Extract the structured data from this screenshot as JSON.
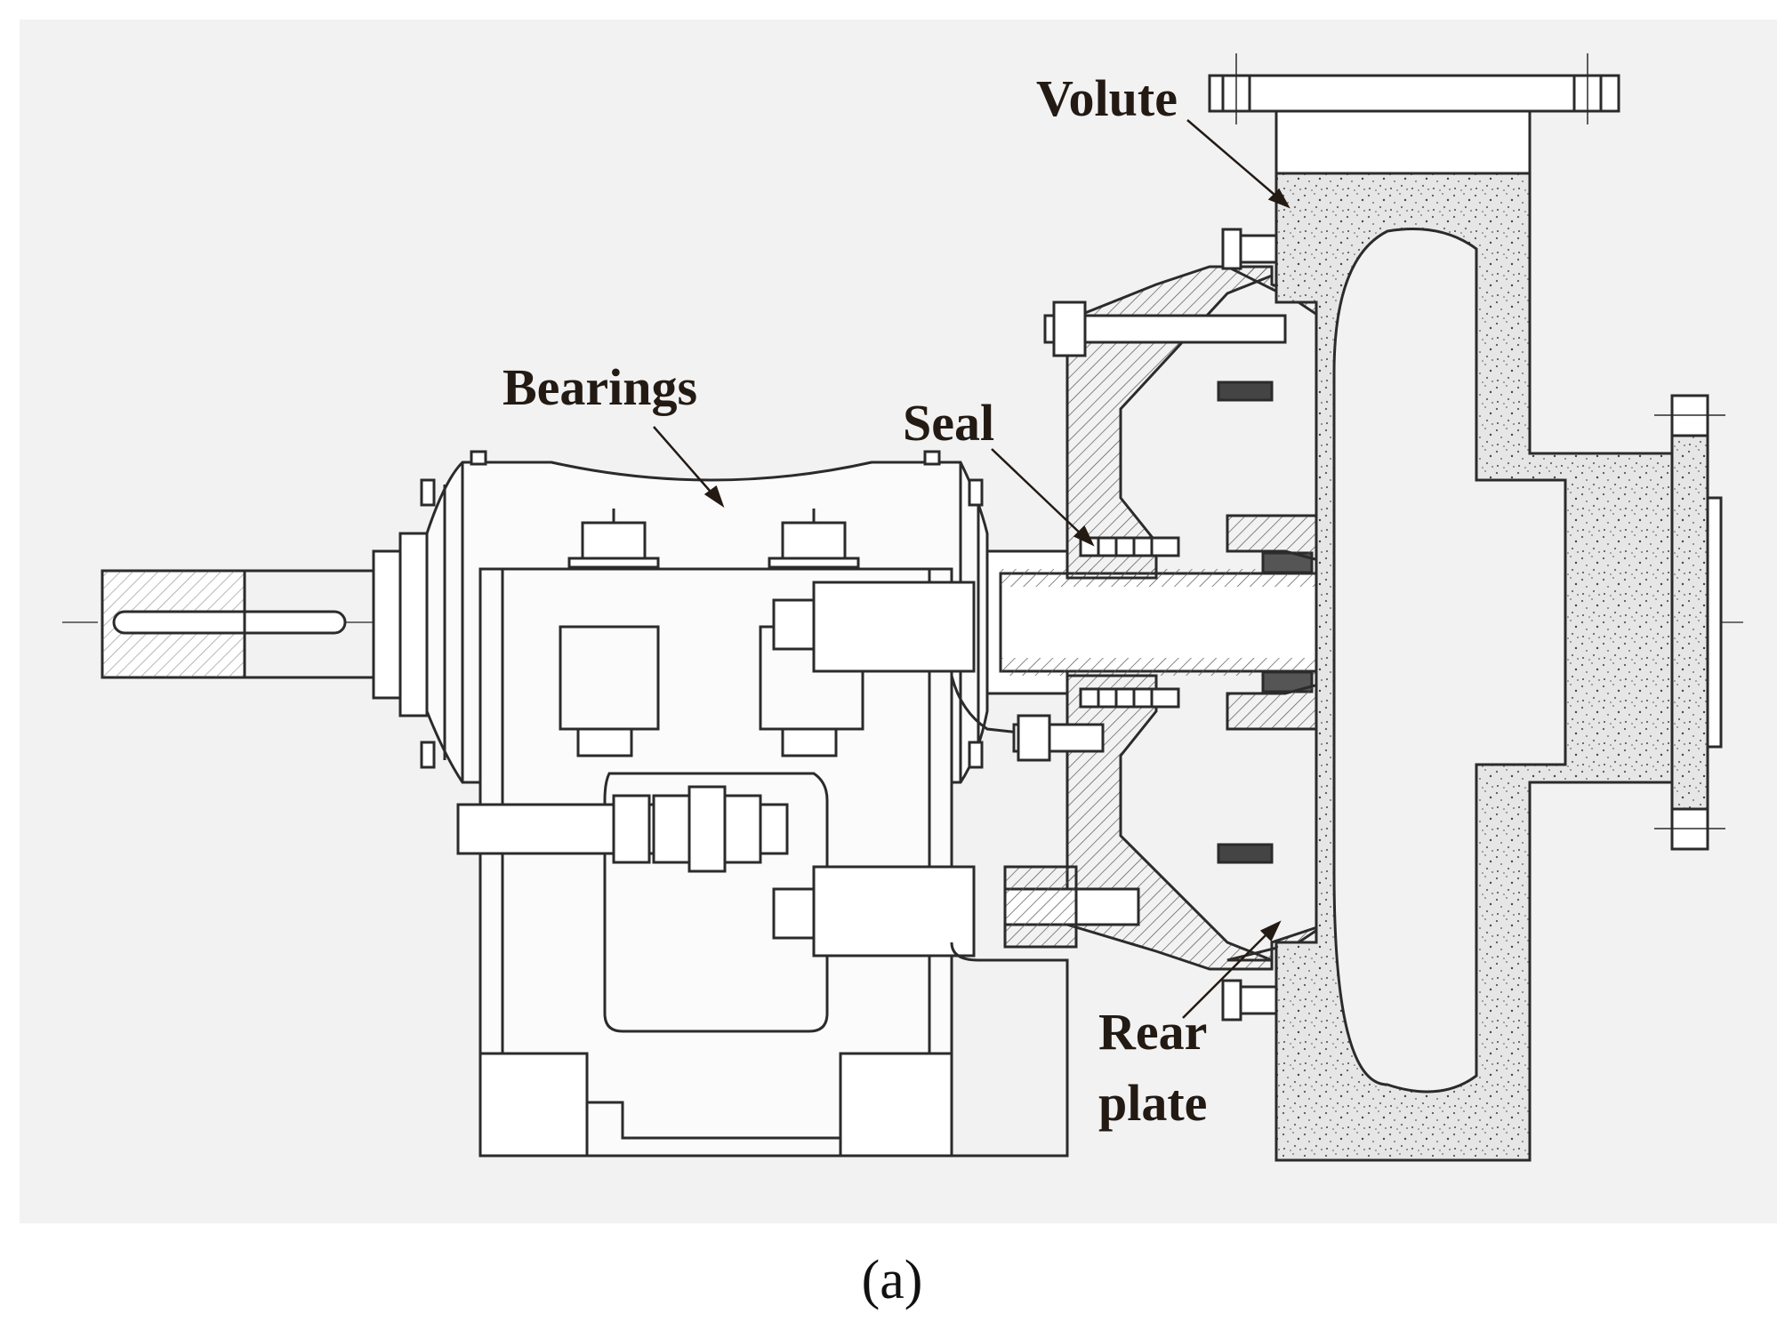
{
  "labels": {
    "volute": "Volute",
    "bearings": "Bearings",
    "seal": "Seal",
    "rear_plate_line1": "Rear",
    "rear_plate_line2": "plate"
  },
  "caption": "(a)",
  "colors": {
    "panel_background": "#f2f2f2",
    "line": "#2b2b2b",
    "label_text": "#231a14",
    "casting_fill": "#dcdcdc"
  }
}
